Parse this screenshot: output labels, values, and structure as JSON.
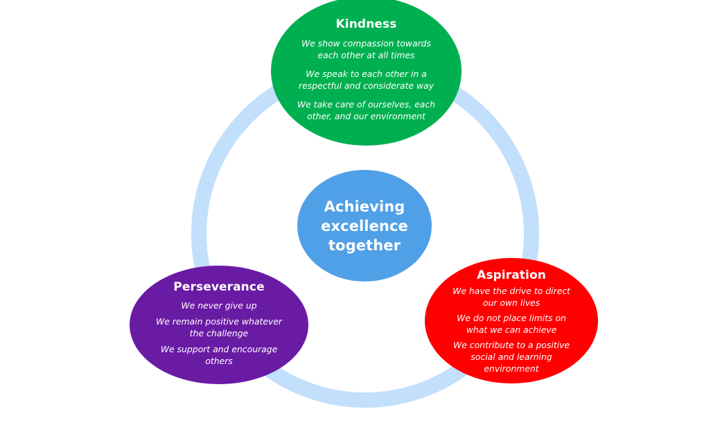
{
  "diagram": {
    "colors": {
      "ring": "#C2DFFB",
      "kindness": "#00B050",
      "centre": "#50A0E7",
      "perseverance": "#6A1BA4",
      "aspiration": "#FF0000"
    },
    "centre": {
      "title": "Achieving excellence together"
    },
    "kindness": {
      "title": "Kindness",
      "lines": [
        "We show compassion towards each other at all times",
        "We speak to each other in a respectful and considerate way",
        "We take care of ourselves, each other, and our environment"
      ]
    },
    "perseverance": {
      "title": "Perseverance",
      "lines": [
        "We never give up",
        "We remain positive whatever the challenge",
        "We support and encourage others"
      ]
    },
    "aspiration": {
      "title": "Aspiration",
      "lines": [
        "We have the drive to direct our own lives",
        "We do not place limits on what we can achieve",
        "We contribute to a positive social and learning environment"
      ]
    }
  }
}
